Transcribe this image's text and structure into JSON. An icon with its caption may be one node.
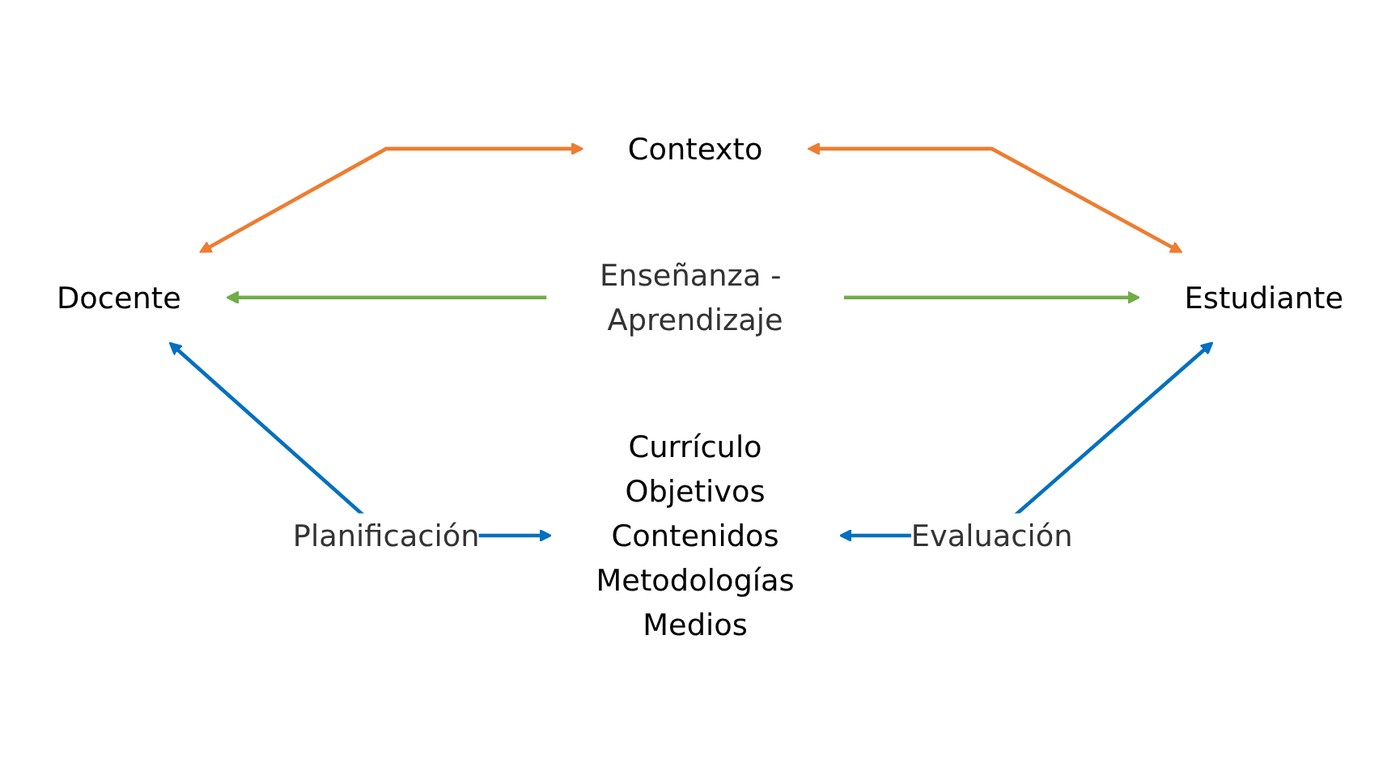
{
  "diagram": {
    "nodes": [
      {
        "text": [
          "Contexto"
        ]
      },
      {
        "text": [
          "Docente"
        ]
      },
      {
        "text": [
          "Estudiante"
        ]
      },
      {
        "text": [
          "Currículo",
          "Objetivos",
          "Contenidos",
          "Metodologías",
          "Medios"
        ]
      }
    ],
    "edges": [
      {
        "from": 1,
        "to": 0,
        "arrow": "both",
        "color": "#ed7d31"
      },
      {
        "from": 0,
        "to": 2,
        "arrow": "both",
        "color": "#ed7d31"
      },
      {
        "from": 1,
        "to": 2,
        "arrow": "both",
        "label": "Enseñanza - Aprendizaje",
        "color": "#70ad47"
      },
      {
        "from": 1,
        "to": 3,
        "arrow": "both",
        "label": "Planificación",
        "color": "#0070c0"
      },
      {
        "from": 3,
        "to": 2,
        "arrow": "both",
        "label": "Evaluación",
        "color": "#0070c0"
      }
    ]
  }
}
